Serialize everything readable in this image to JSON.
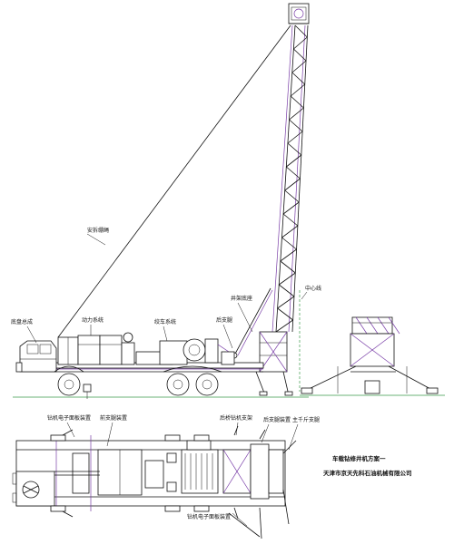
{
  "labels": {
    "guy_line": "安拆绷绳",
    "base": "底盘总成",
    "power_sys": "动力系统",
    "winch_sys": "绞车系统",
    "mast_base": "井架底座",
    "rear_support": "后支腿",
    "cable_top": "中心线",
    "front_cable": "钻机电子面板装置",
    "front_support": "前支腿装置",
    "rear_cable": "后桥钻机支架",
    "rear_support2": "后支腿装置",
    "main_support": "主千斤支腿",
    "bottom_cable": "钻机电子面板装置"
  },
  "title_block": {
    "title": "车载钻修井机方案一",
    "company": "天津市京天先科石油机械有限公司"
  },
  "colors": {
    "line": "#111111",
    "mast": "#7a3fa8",
    "ground": "#3a9a4a"
  }
}
